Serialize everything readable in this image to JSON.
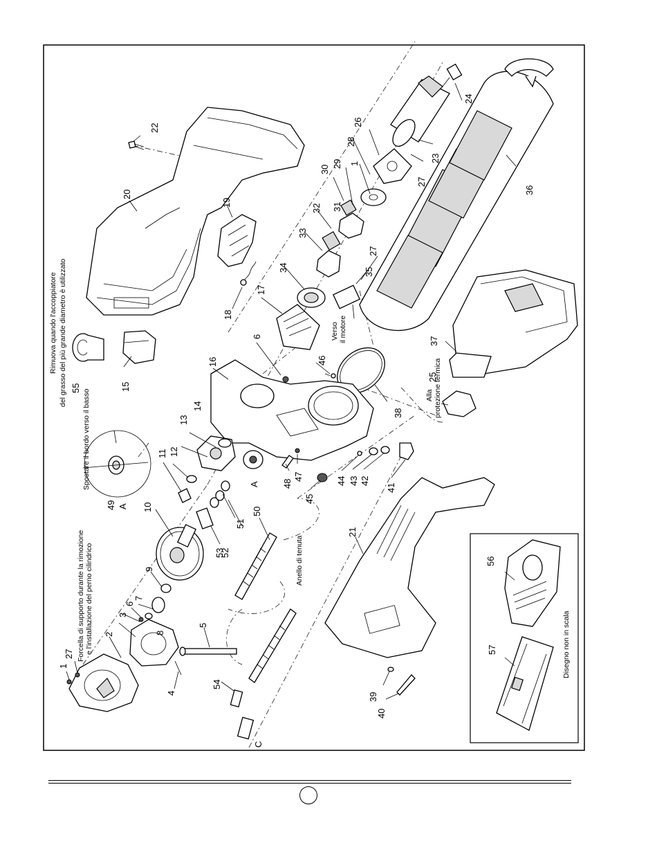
{
  "callouts": {
    "n1a": "1",
    "n27a": "27",
    "n2": "2",
    "n3": "3",
    "n4": "4",
    "n5": "5",
    "n6a": "6",
    "n7": "7",
    "n8": "8",
    "n9": "9",
    "n10": "10",
    "n11": "11",
    "n12": "12",
    "n13": "13",
    "n14": "14",
    "n15": "15",
    "n16": "16",
    "n17": "17",
    "n18": "18",
    "n19": "19",
    "n20": "20",
    "n21": "21",
    "n22": "22",
    "n23": "23",
    "n24": "24",
    "n25": "25",
    "n26": "26",
    "n27b": "27",
    "n27c": "27",
    "n28": "28",
    "n1b": "1",
    "n29": "29",
    "n30": "30",
    "n31": "31",
    "n32": "32",
    "n33": "33",
    "n34": "34",
    "n35": "35",
    "n36": "36",
    "n37": "37",
    "n38": "38",
    "n39": "39",
    "n40": "40",
    "n41": "41",
    "n42": "42",
    "n43": "43",
    "n44": "44",
    "n45": "45",
    "n46": "46",
    "n47": "47",
    "n48": "48",
    "n49": "49",
    "n50": "50",
    "n51": "51",
    "n52": "52",
    "n53": "53",
    "n54": "54",
    "n55": "55",
    "n56": "56",
    "n57": "57",
    "n6b": "6",
    "refA1": "A",
    "refA2": "A",
    "refC": "C"
  },
  "notes": {
    "fork_line1": "Forcella di supporto durante la rimozione",
    "fork_line2": "e l'installazione del perno cilindrico",
    "edge": "Spostare il bordo verso il basso",
    "remove_line1": "Rimuova quando l'accoppiatore",
    "remove_line2": "del grasso del più grande diametro è utilizzato",
    "seal": "Anello di tenuta",
    "to_motor_line1": "Verso",
    "to_motor_line2": "il motore",
    "thermal_line1": "Alla",
    "thermal_line2": "protezione termica",
    "not_to_scale": "Disegno non in scala"
  }
}
